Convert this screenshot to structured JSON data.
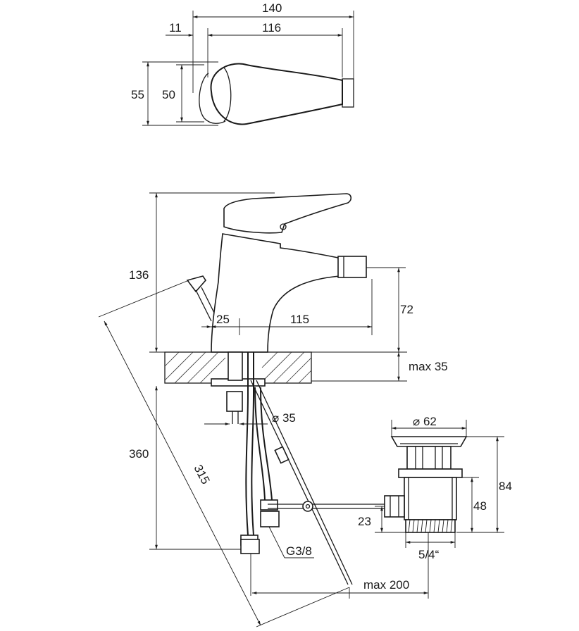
{
  "top_view": {
    "dim_overall_length": "140",
    "dim_offset": "11",
    "dim_lever_length": "116",
    "dim_outer_width": "55",
    "dim_inner_width": "50"
  },
  "side_view": {
    "dim_height": "136",
    "dim_spout_reach": "115",
    "dim_base": "25",
    "dim_spout_height": "72",
    "dim_max_deck": "max 35",
    "dim_shank": "⌀ 35",
    "dim_hose_length": "360",
    "dim_pull_rod": "315",
    "dim_thread": "G3/8",
    "dim_max_rod": "max 200"
  },
  "waste_view": {
    "dim_flange": "⌀ 62",
    "dim_total": "84",
    "dim_body": "48",
    "dim_lever_height": "23",
    "dim_thread": "5/4“"
  }
}
